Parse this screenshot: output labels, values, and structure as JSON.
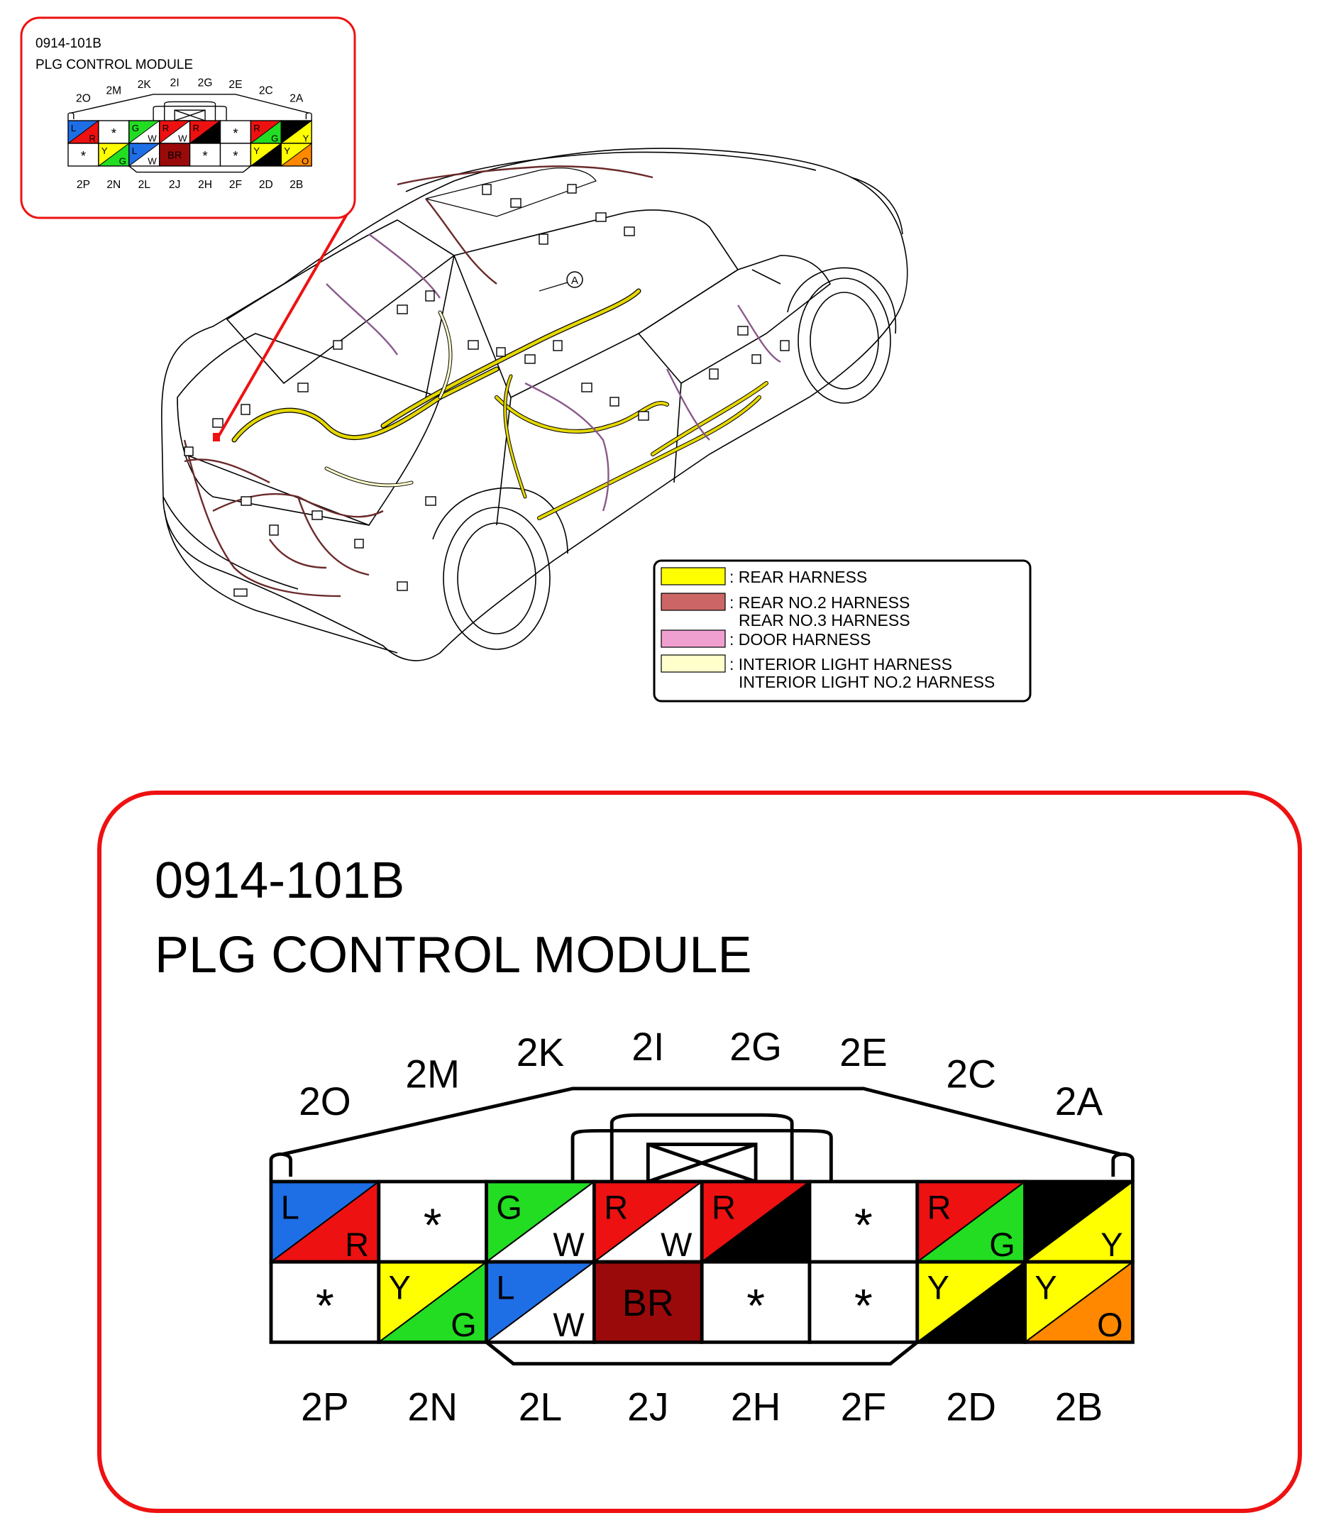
{
  "connector": {
    "code": "0914-101B",
    "name": "PLG CONTROL MODULE",
    "top_labels": [
      "2O",
      "2M",
      "2K",
      "2I",
      "2G",
      "2E",
      "2C",
      "2A"
    ],
    "bottom_labels": [
      "2P",
      "2N",
      "2L",
      "2J",
      "2H",
      "2F",
      "2D",
      "2B"
    ],
    "top_row": [
      {
        "top": "L",
        "bottom": "R",
        "c1": "#1e6ee6",
        "c2": "#ee1111"
      },
      {
        "mark": "*"
      },
      {
        "top": "G",
        "bottom": "W",
        "c1": "#22dd22",
        "c2": "#ffffff"
      },
      {
        "top": "R",
        "bottom": "W",
        "c1": "#ee1111",
        "c2": "#ffffff"
      },
      {
        "top": "R",
        "bottom": "B",
        "c1": "#ee1111",
        "c2": "#000000"
      },
      {
        "mark": "*"
      },
      {
        "top": "R",
        "bottom": "G",
        "c1": "#ee1111",
        "c2": "#22dd22"
      },
      {
        "top": "B",
        "bottom": "Y",
        "c1": "#000000",
        "c2": "#ffff00"
      }
    ],
    "bottom_row": [
      {
        "mark": "*"
      },
      {
        "top": "Y",
        "bottom": "G",
        "c1": "#ffff00",
        "c2": "#22dd22"
      },
      {
        "top": "L",
        "bottom": "W",
        "c1": "#1e6ee6",
        "c2": "#ffffff"
      },
      {
        "solid": "BR",
        "c1": "#9b0a0a"
      },
      {
        "mark": "*"
      },
      {
        "mark": "*"
      },
      {
        "top": "Y",
        "bottom": "B",
        "c1": "#ffff00",
        "c2": "#000000"
      },
      {
        "top": "Y",
        "bottom": "O",
        "c1": "#ffff00",
        "c2": "#ff8800"
      }
    ]
  },
  "vehicle": {
    "marker_label": "A"
  },
  "legend": {
    "items": [
      {
        "swatch": "#ffff00",
        "lines": [
          ": REAR HARNESS"
        ]
      },
      {
        "swatch": "#cc6666",
        "lines": [
          ": REAR NO.2 HARNESS",
          "REAR NO.3 HARNESS"
        ]
      },
      {
        "swatch": "#f0a0d0",
        "lines": [
          ": DOOR HARNESS"
        ]
      },
      {
        "swatch": "#ffffcc",
        "lines": [
          ": INTERIOR LIGHT HARNESS",
          "INTERIOR LIGHT NO.2 HARNESS"
        ]
      }
    ]
  },
  "colors": {
    "callout": "#ee1111",
    "wire_rear": "#e6d800",
    "wire_rear2": "#6b2a2a",
    "wire_door": "#8a5a8a"
  }
}
